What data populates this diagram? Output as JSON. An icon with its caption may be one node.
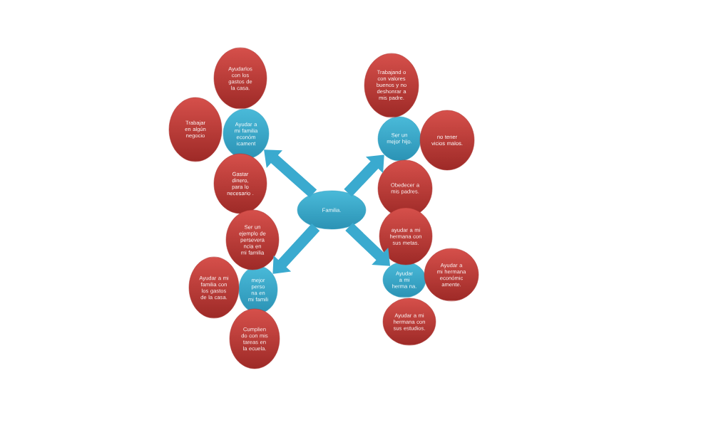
{
  "diagram": {
    "nodes": [
      {
        "text": [
          "Familia."
        ]
      },
      {
        "text": [
          "Ayudar a mi familia económ icament"
        ]
      },
      {
        "text": [
          "Ayudarlos con los gastos de la casa."
        ]
      },
      {
        "text": [
          "Trabajar en algún negocio"
        ]
      },
      {
        "text": [
          "Gastar dinero, para lo necesario ."
        ]
      },
      {
        "text": [
          "Ser un mejor hijo."
        ]
      },
      {
        "text": [
          "Trabajand o con valores buenos y no deshonrar a mis padre."
        ]
      },
      {
        "text": [
          "no tener vicios malos."
        ]
      },
      {
        "text": [
          "Obedecer a mis padres."
        ]
      },
      {
        "text": [
          "mejor perso na en mi famili"
        ]
      },
      {
        "text": [
          "Ser un ejemplo de persevera ncia en mi familia"
        ]
      },
      {
        "text": [
          "Ayudar a mi familia con los gastos de la casa."
        ]
      },
      {
        "text": [
          "Cumplien do con mis tareas en la ecuela."
        ]
      },
      {
        "text": [
          "Ayudar a mi herma na."
        ]
      },
      {
        "text": [
          "ayudar a mi hermana con sus metas."
        ]
      },
      {
        "text": [
          "Ayudar a mi hermana económic amente."
        ]
      },
      {
        "text": [
          "Ayudar a mi hermana con sus estudios."
        ]
      }
    ],
    "edges": [
      {
        "from": 0,
        "to": 1,
        "arrow": "to"
      },
      {
        "from": 0,
        "to": 5,
        "arrow": "to"
      },
      {
        "from": 0,
        "to": 9,
        "arrow": "to"
      },
      {
        "from": 0,
        "to": 13,
        "arrow": "to"
      }
    ]
  }
}
